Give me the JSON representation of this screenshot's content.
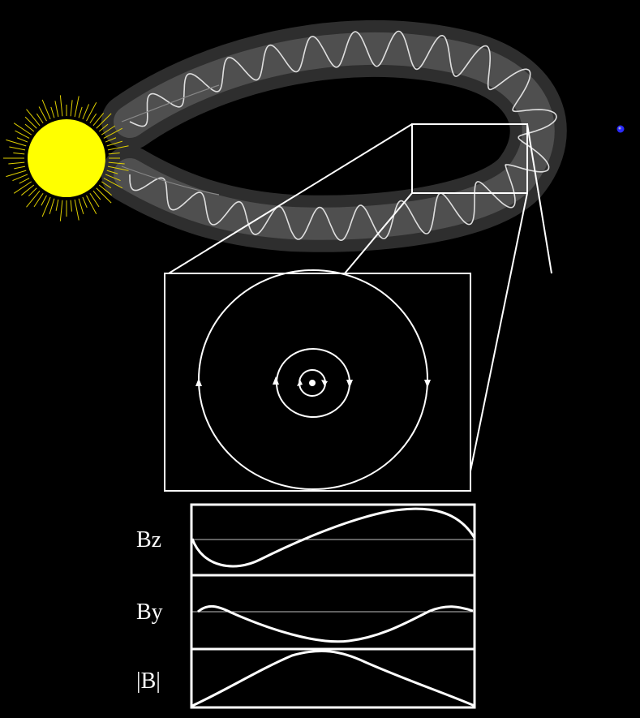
{
  "colors": {
    "background": "#000000",
    "sun_fill": "#ffff00",
    "sun_rays": "#e0d000",
    "field_lines": "#ffffff",
    "earth_dot": "#2a2aff"
  },
  "icons": {
    "sun": "sun-icon",
    "earth": "earth-icon"
  },
  "panels": [
    {
      "label": "Bz"
    },
    {
      "label": "By"
    },
    {
      "label": "|B|"
    }
  ]
}
